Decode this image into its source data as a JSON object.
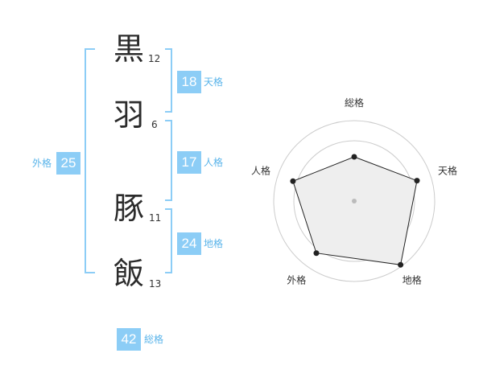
{
  "characters": [
    {
      "char": "黒",
      "strokes": "12"
    },
    {
      "char": "羽",
      "strokes": "6"
    },
    {
      "char": "豚",
      "strokes": "11"
    },
    {
      "char": "飯",
      "strokes": "13"
    }
  ],
  "fortunes": {
    "tenkaku": {
      "value": "18",
      "label": "天格"
    },
    "jinkaku": {
      "value": "17",
      "label": "人格"
    },
    "chikaku": {
      "value": "24",
      "label": "地格"
    },
    "gaikaku": {
      "value": "25",
      "label": "外格"
    },
    "soukaku": {
      "value": "42",
      "label": "総格"
    }
  },
  "colors": {
    "accent": "#8ccdf6",
    "accent_text": "#5ab4ea",
    "bracket": "#8ccdf6",
    "radar_fill": "#eeeeee",
    "radar_line": "#222222",
    "grid": "#cccccc"
  },
  "chart_data": {
    "type": "radar",
    "axes": [
      "総格",
      "天格",
      "地格",
      "外格",
      "人格"
    ],
    "values": [
      0.55,
      0.82,
      0.98,
      0.8,
      0.8
    ],
    "max": 1,
    "rings": 4
  }
}
